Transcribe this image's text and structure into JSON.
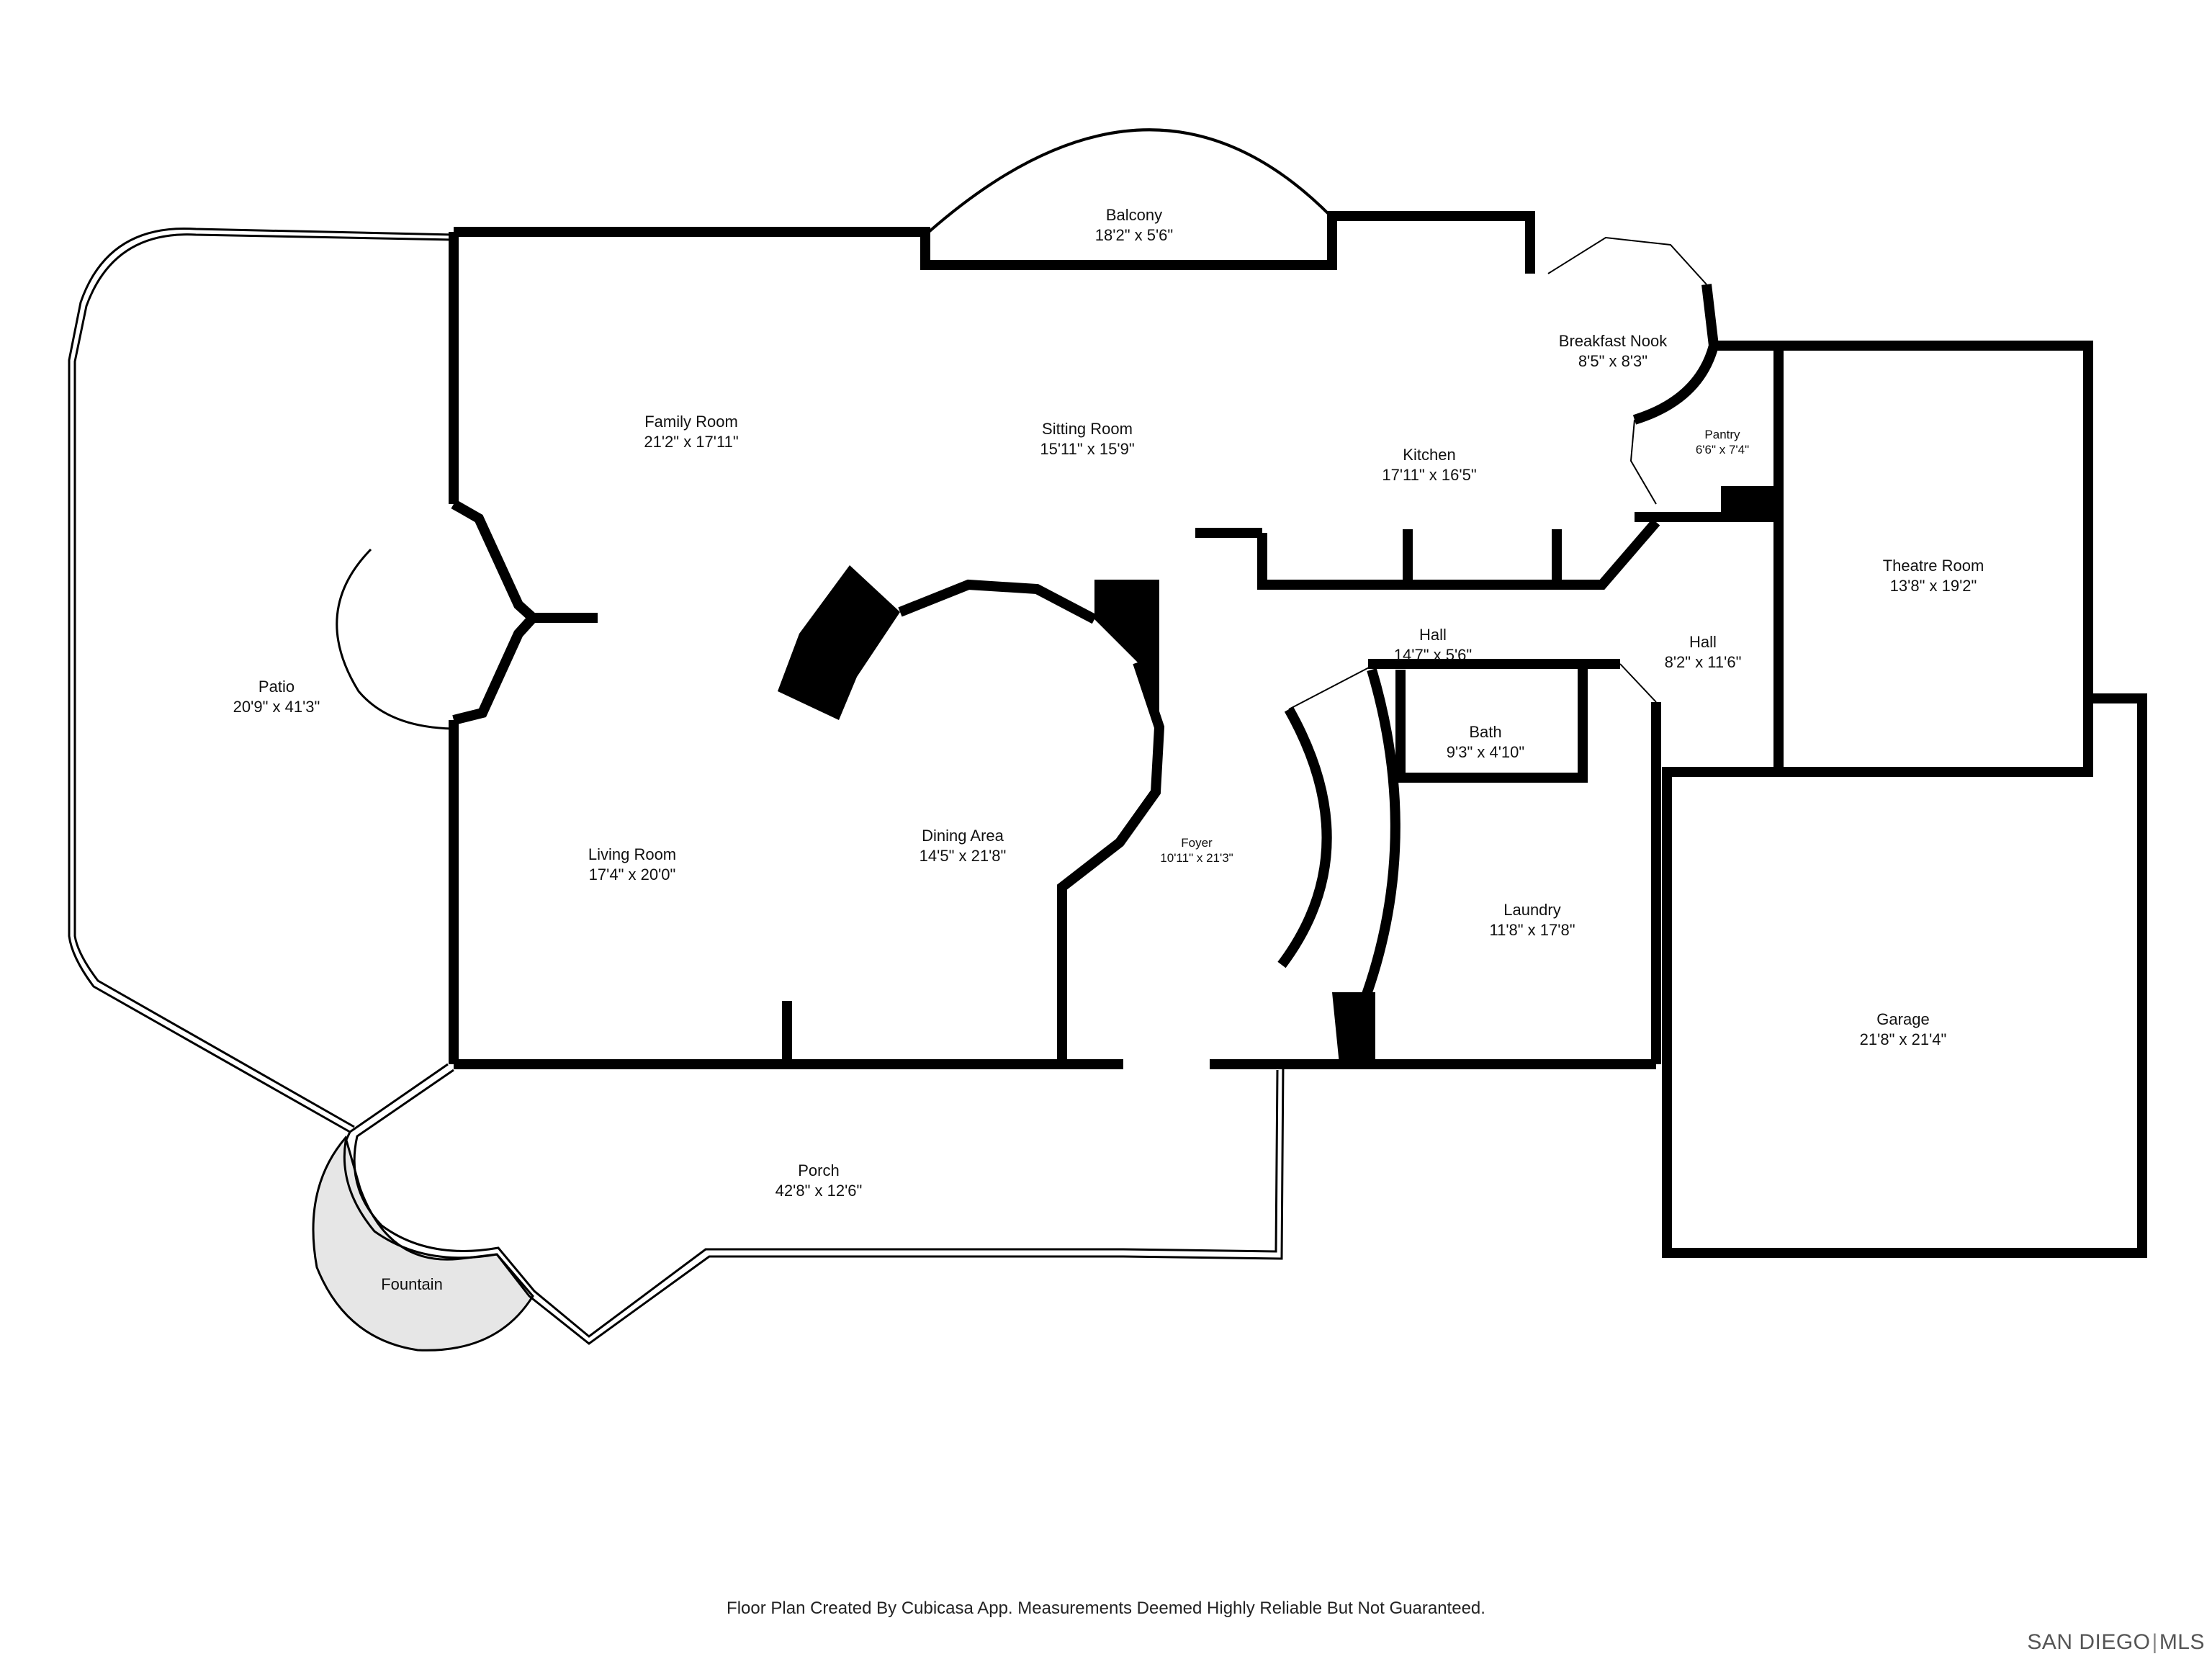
{
  "rooms": {
    "balcony": {
      "name": "Balcony",
      "dim": "18'2\" x 5'6\""
    },
    "family_room": {
      "name": "Family Room",
      "dim": "21'2\" x 17'11\""
    },
    "sitting_room": {
      "name": "Sitting Room",
      "dim": "15'11\" x 15'9\""
    },
    "breakfast_nook": {
      "name": "Breakfast Nook",
      "dim": "8'5\" x 8'3\""
    },
    "kitchen": {
      "name": "Kitchen",
      "dim": "17'11\" x 16'5\""
    },
    "pantry": {
      "name": "Pantry",
      "dim": "6'6\" x 7'4\""
    },
    "theatre_room": {
      "name": "Theatre Room",
      "dim": "13'8\" x 19'2\""
    },
    "patio": {
      "name": "Patio",
      "dim": "20'9\" x 41'3\""
    },
    "hall_upper": {
      "name": "Hall",
      "dim": "14'7\" x 5'6\""
    },
    "hall_right": {
      "name": "Hall",
      "dim": "8'2\" x 11'6\""
    },
    "bath": {
      "name": "Bath",
      "dim": "9'3\" x 4'10\""
    },
    "dining_area": {
      "name": "Dining Area",
      "dim": "14'5\" x 21'8\""
    },
    "living_room": {
      "name": "Living Room",
      "dim": "17'4\" x 20'0\""
    },
    "foyer": {
      "name": "Foyer",
      "dim": "10'11\" x 21'3\""
    },
    "laundry": {
      "name": "Laundry",
      "dim": "11'8\" x 17'8\""
    },
    "garage": {
      "name": "Garage",
      "dim": "21'8\" x 21'4\""
    },
    "porch": {
      "name": "Porch",
      "dim": "42'8\" x 12'6\""
    },
    "fountain": {
      "name": "Fountain"
    }
  },
  "footer": {
    "disclaimer": "Floor Plan Created By Cubicasa App. Measurements Deemed Highly Reliable But Not Guaranteed.",
    "watermark_left": "SAN DIEGO",
    "watermark_sep": "|",
    "watermark_right": "MLS"
  },
  "colors": {
    "wall": "#000000",
    "fountain_fill": "#e6e6e6",
    "background": "#ffffff"
  }
}
